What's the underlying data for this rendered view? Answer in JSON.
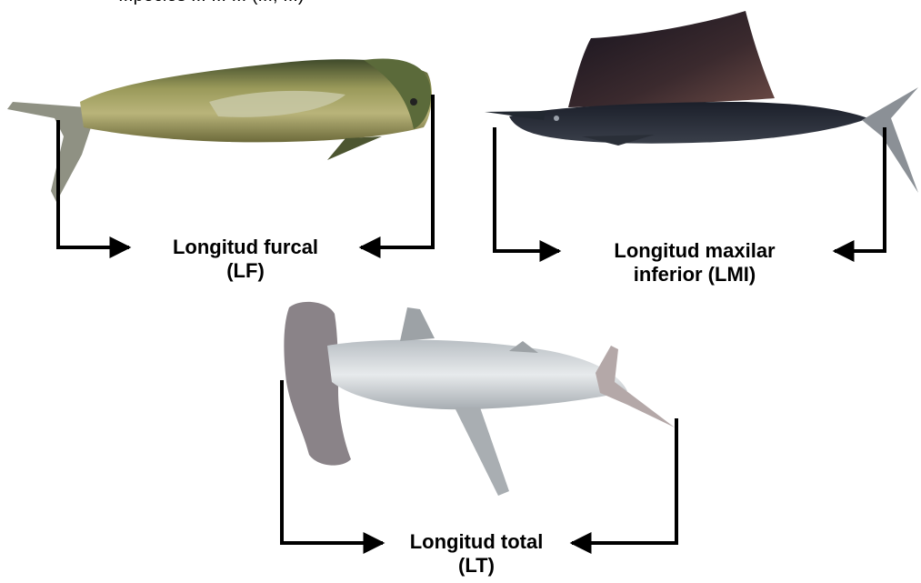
{
  "top_caption": "...pecies ... ... ... (..., ...)",
  "fish": {
    "dorado": {
      "image_name": "dolphinfish-photo",
      "measurement_line1": "Longitud furcal",
      "measurement_line2": "(LF)"
    },
    "sailfish": {
      "image_name": "sailfish-photo",
      "measurement_line1": "Longitud maxilar",
      "measurement_line2": "inferior (LMI)"
    },
    "hammerhead": {
      "image_name": "hammerhead-shark-photo",
      "measurement_line1": "Longitud total",
      "measurement_line2": "(LT)"
    }
  },
  "colors": {
    "bracket": "#000000",
    "background": "#ffffff"
  }
}
